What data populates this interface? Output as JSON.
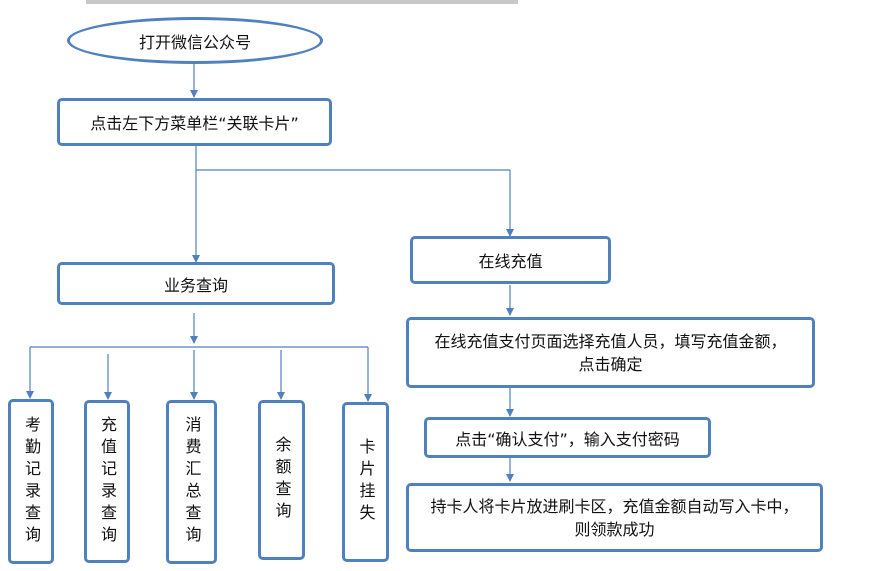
{
  "colors": {
    "border": "#4f81bd",
    "arrow": "#4f81bd",
    "text": "#111111",
    "background": "#ffffff"
  },
  "nodes": {
    "start": "打开微信公众号",
    "menu": "点击左下方菜单栏“关联卡片”",
    "business_query": "业务查询",
    "online_recharge": "在线充值",
    "sub_queries": [
      "考勤记录查询",
      "充值记录查询",
      "消费汇总查询",
      "余额查询",
      "卡片挂失"
    ],
    "recharge_select": {
      "line1": "在线充值支付页面选择充值人员，填写充值金额，",
      "line2": "点击确定"
    },
    "confirm_pay": "点击“确认支付”，输入支付密码",
    "write_card": {
      "line1": "持卡人将卡片放进刷卡区，充值金额自动写入卡中，",
      "line2": "则领款成功"
    }
  }
}
